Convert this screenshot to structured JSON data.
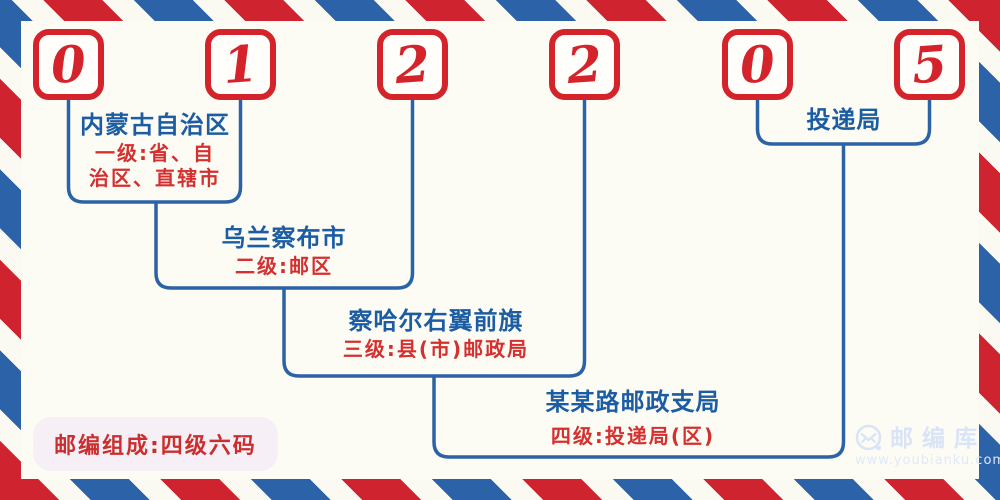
{
  "postcode": {
    "digits": [
      "0",
      "1",
      "2",
      "2",
      "0",
      "5"
    ]
  },
  "annotations": [
    {
      "name": "内蒙古自治区",
      "level_lines": [
        "一级:省、自",
        "治区、直辖市"
      ]
    },
    {
      "name": "乌兰察布市",
      "level_lines": [
        "二级:邮区",
        ""
      ]
    },
    {
      "name": "察哈尔右翼前旗",
      "level_lines": [
        "三级:县(市)邮政局",
        ""
      ]
    },
    {
      "name": "某某路邮政支局",
      "level_lines": [
        "四级:投递局(区)",
        ""
      ]
    },
    {
      "name": "投递局",
      "level_lines": [
        "",
        ""
      ]
    }
  ],
  "footer": {
    "composition_note": "邮编组成:四级六码"
  },
  "watermark": {
    "logo_icon": "envelope-circle-icon",
    "brand": "邮编库",
    "url": "www.youbianku.com"
  },
  "colors": {
    "stripe_red": "#d02330",
    "stripe_blue": "#2c63a8",
    "digit_red": "#d4232b",
    "connector_blue": "#2c63a6",
    "name_blue": "#1c5ca3",
    "level_red": "#d53030",
    "footer_red": "#c92f2f",
    "badge_bg": "#f6f0f6",
    "watermark_blue": "#d9e4f6",
    "panel_bg": "#fcfcf5"
  }
}
